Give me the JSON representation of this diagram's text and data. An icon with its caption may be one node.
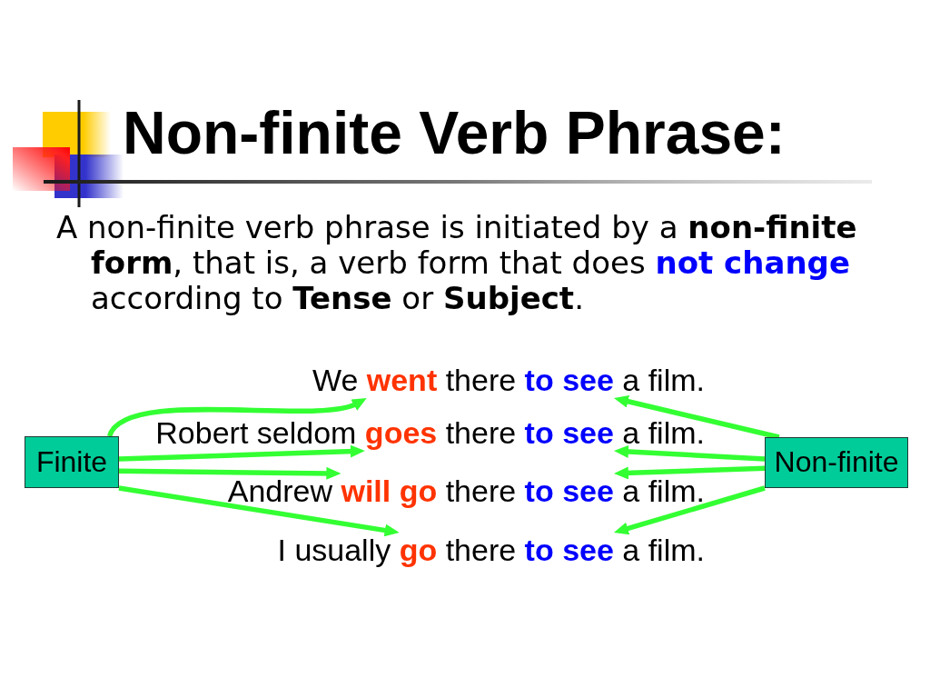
{
  "diagram": {
    "title": "Non-finite Verb Phrase:",
    "nodes": [
      {
        "text": [
          "We **went** there **to see** a film."
        ]
      },
      {
        "text": [
          "Robert seldom **goes** there **to see** a film."
        ]
      },
      {
        "text": [
          "Finite"
        ]
      },
      {
        "text": [
          "Non-finite"
        ]
      },
      {
        "text": [
          "Andrew **will go** there **to see** a film."
        ]
      },
      {
        "text": [
          "I usually **go** there **to see** a film."
        ]
      }
    ],
    "edges": [
      {
        "from": 2,
        "to": 0,
        "arrow": "to"
      },
      {
        "from": 2,
        "to": 1,
        "arrow": "to"
      },
      {
        "from": 2,
        "to": 4,
        "arrow": "to"
      },
      {
        "from": 2,
        "to": 5,
        "arrow": "to"
      },
      {
        "from": 3,
        "to": 0,
        "arrow": "to"
      },
      {
        "from": 3,
        "to": 1,
        "arrow": "to"
      },
      {
        "from": 3,
        "to": 4,
        "arrow": "to"
      },
      {
        "from": 3,
        "to": 5,
        "arrow": "to"
      }
    ],
    "labels": [
      "A non-finite verb phrase is initiated by a **non-finite form**, that is, a verb form that does **not change** according to **Tense** or **Subject**."
    ]
  }
}
